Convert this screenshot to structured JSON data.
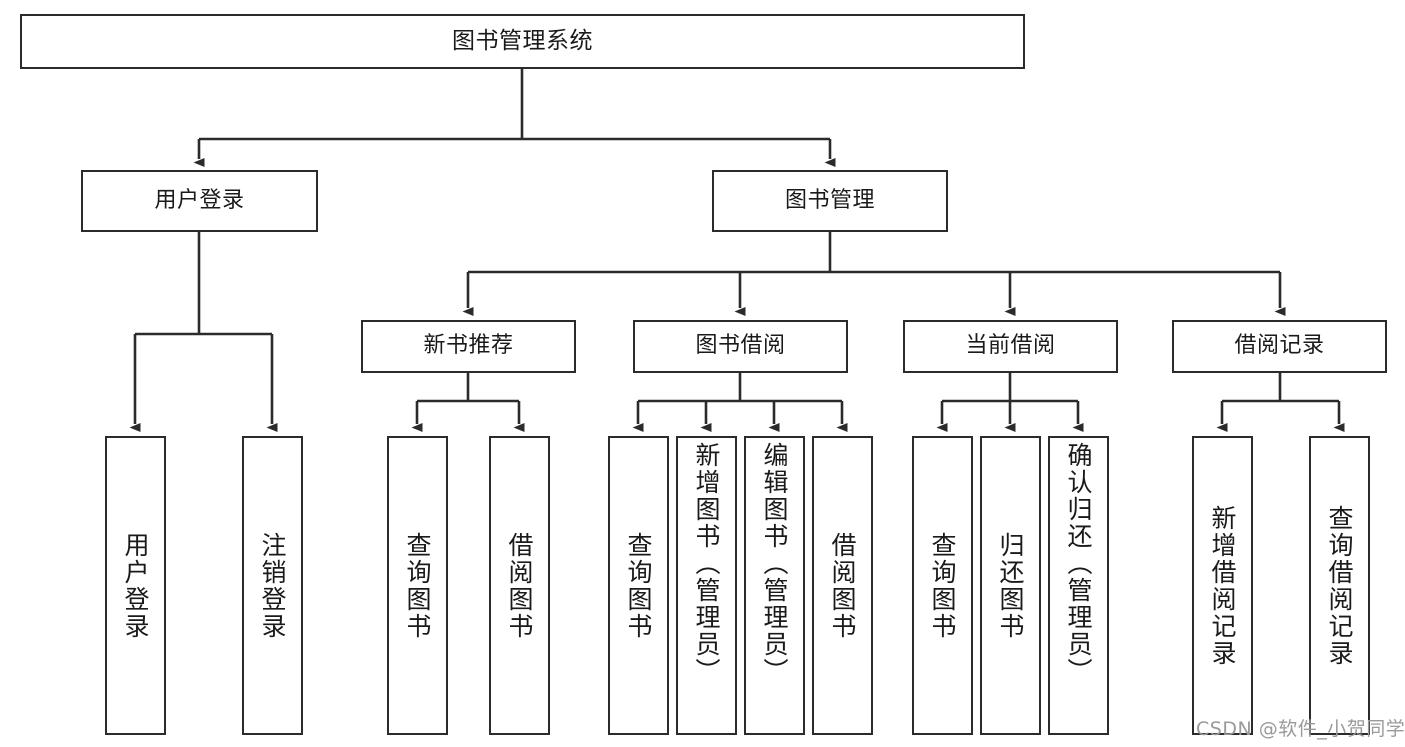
{
  "diagram": {
    "title": "图书管理系统",
    "type": "function-structure-tree",
    "watermark": "CSDN @软件_小贺同学",
    "colors": {
      "box_border": "#2b2b2b",
      "box_fill": "#ffffff",
      "edge": "#2b2b2b",
      "text": "#1a1a1a",
      "watermark": "#9a9a9a",
      "background": "#ffffff"
    },
    "root": {
      "id": "root",
      "label": "图书管理系统"
    },
    "level2": [
      {
        "id": "user-login",
        "label": "用户登录"
      },
      {
        "id": "book-manage",
        "label": "图书管理"
      }
    ],
    "level3": [
      {
        "id": "new-book-recommend",
        "label": "新书推荐",
        "parent": "book-manage"
      },
      {
        "id": "book-borrow",
        "label": "图书借阅",
        "parent": "book-manage"
      },
      {
        "id": "current-borrow",
        "label": "当前借阅",
        "parent": "book-manage"
      },
      {
        "id": "borrow-record",
        "label": "借阅记录",
        "parent": "book-manage"
      }
    ],
    "leaves": [
      {
        "id": "leaf-user-login",
        "label": "用户登录",
        "parent": "user-login"
      },
      {
        "id": "leaf-user-logout",
        "label": "注销登录",
        "parent": "user-login"
      },
      {
        "id": "leaf-query-book-1",
        "label": "查询图书",
        "parent": "new-book-recommend"
      },
      {
        "id": "leaf-borrow-book-1",
        "label": "借阅图书",
        "parent": "new-book-recommend"
      },
      {
        "id": "leaf-query-book-2",
        "label": "查询图书",
        "parent": "book-borrow"
      },
      {
        "id": "leaf-add-book",
        "label": "新增图书（管理员）",
        "parent": "book-borrow"
      },
      {
        "id": "leaf-edit-book",
        "label": "编辑图书（管理员）",
        "parent": "book-borrow"
      },
      {
        "id": "leaf-borrow-book-2",
        "label": "借阅图书",
        "parent": "book-borrow"
      },
      {
        "id": "leaf-query-book-3",
        "label": "查询图书",
        "parent": "current-borrow"
      },
      {
        "id": "leaf-return-book",
        "label": "归还图书",
        "parent": "current-borrow"
      },
      {
        "id": "leaf-confirm-return",
        "label": "确认归还（管理员）",
        "parent": "current-borrow"
      },
      {
        "id": "leaf-add-record",
        "label": "新增借阅记录",
        "parent": "borrow-record"
      },
      {
        "id": "leaf-query-record",
        "label": "查询借阅记录",
        "parent": "borrow-record"
      }
    ]
  }
}
